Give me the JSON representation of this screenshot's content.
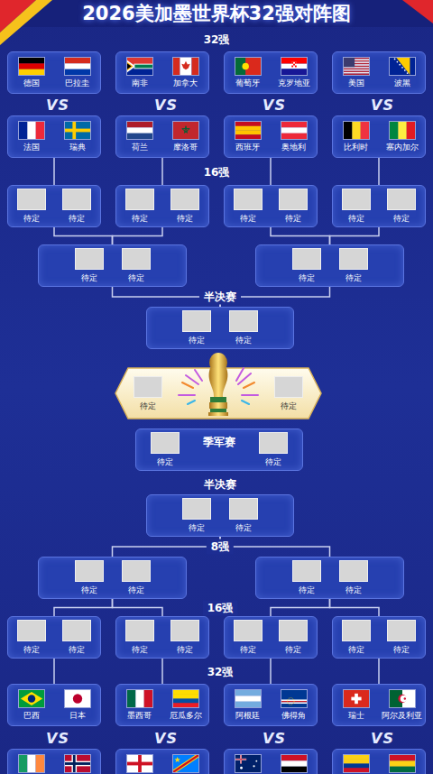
{
  "diagram": {
    "title": "2026美加墨世界杯32强对阵图",
    "nodes": [
      {
        "text": [
          "德国",
          "巴拉圭"
        ]
      },
      {
        "text": [
          "南非",
          "加拿大"
        ]
      },
      {
        "text": [
          "葡萄牙",
          "克罗地亚"
        ]
      },
      {
        "text": [
          "美国",
          "波黑"
        ]
      },
      {
        "text": [
          "法国",
          "瑞典"
        ]
      },
      {
        "text": [
          "荷兰",
          "摩洛哥"
        ]
      },
      {
        "text": [
          "西班牙",
          "奥地利"
        ]
      },
      {
        "text": [
          "比利时",
          "塞内加尔"
        ]
      },
      {
        "text": [
          "待定",
          "待定"
        ]
      },
      {
        "text": [
          "待定",
          "待定"
        ]
      },
      {
        "text": [
          "待定",
          "待定"
        ]
      },
      {
        "text": [
          "待定",
          "待定"
        ]
      },
      {
        "text": [
          "待定",
          "待定"
        ]
      },
      {
        "text": [
          "待定",
          "待定"
        ]
      },
      {
        "text": [
          "待定",
          "待定"
        ]
      },
      {
        "text": [
          "待定",
          "待定"
        ]
      },
      {
        "text": [
          "待定",
          "季军赛",
          "待定"
        ]
      },
      {
        "text": [
          "待定",
          "待定"
        ]
      },
      {
        "text": [
          "待定",
          "待定"
        ]
      },
      {
        "text": [
          "待定",
          "待定"
        ]
      },
      {
        "text": [
          "待定",
          "待定"
        ]
      },
      {
        "text": [
          "待定",
          "待定"
        ]
      },
      {
        "text": [
          "待定",
          "待定"
        ]
      },
      {
        "text": [
          "待定",
          "待定"
        ]
      },
      {
        "text": [
          "巴西",
          "日本"
        ]
      },
      {
        "text": [
          "墨西哥",
          "厄瓜多尔"
        ]
      },
      {
        "text": [
          "阿根廷",
          "佛得角"
        ]
      },
      {
        "text": [
          "瑞士",
          "阿尔及利亚"
        ]
      }
    ],
    "edges": [
      {
        "from": 4,
        "to": 8,
        "arrow": "none"
      },
      {
        "from": 5,
        "to": 9,
        "arrow": "none"
      },
      {
        "from": 6,
        "to": 10,
        "arrow": "none"
      },
      {
        "from": 7,
        "to": 11,
        "arrow": "none"
      },
      {
        "from": 8,
        "to": 12,
        "arrow": "none"
      },
      {
        "from": 9,
        "to": 12,
        "arrow": "none"
      },
      {
        "from": 10,
        "to": 13,
        "arrow": "none"
      },
      {
        "from": 11,
        "to": 13,
        "arrow": "none"
      },
      {
        "from": 12,
        "to": 14,
        "arrow": "none"
      },
      {
        "from": 13,
        "to": 14,
        "arrow": "none"
      },
      {
        "from": 18,
        "to": 17,
        "arrow": "none"
      },
      {
        "from": 19,
        "to": 17,
        "arrow": "none"
      },
      {
        "from": 20,
        "to": 18,
        "arrow": "none"
      },
      {
        "from": 21,
        "to": 18,
        "arrow": "none"
      },
      {
        "from": 22,
        "to": 19,
        "arrow": "none"
      },
      {
        "from": 23,
        "to": 19,
        "arrow": "none"
      },
      {
        "from": 24,
        "to": 20,
        "arrow": "none"
      },
      {
        "from": 25,
        "to": 21,
        "arrow": "none"
      },
      {
        "from": 26,
        "to": 22,
        "arrow": "none"
      },
      {
        "from": 27,
        "to": 23,
        "arrow": "none"
      }
    ],
    "labels": [
      "32强",
      "VS",
      "VS",
      "VS",
      "VS",
      "16强",
      "半决赛",
      "半决赛",
      "8强",
      "16强",
      "32强",
      "VS",
      "VS",
      "VS",
      "VS"
    ]
  }
}
